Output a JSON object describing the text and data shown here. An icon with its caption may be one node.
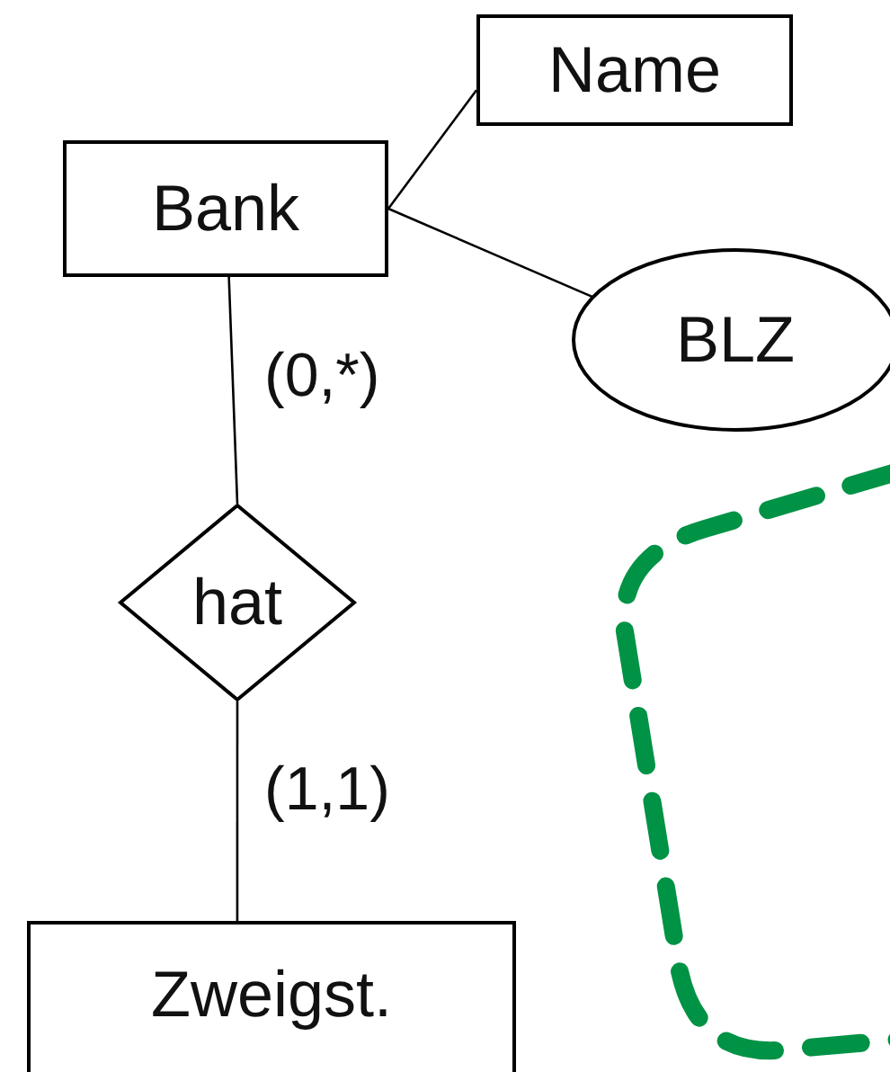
{
  "diagram": {
    "nodes": [
      {
        "text": [
          "Name"
        ]
      },
      {
        "text": [
          "Bank"
        ]
      },
      {
        "text": [
          "BLZ"
        ]
      },
      {
        "text": [
          "hat"
        ]
      },
      {
        "text": [
          "Zweigst."
        ]
      }
    ],
    "edges": [
      {
        "from": 1,
        "to": 0,
        "arrow": "none"
      },
      {
        "from": 1,
        "to": 2,
        "arrow": "none"
      },
      {
        "from": 1,
        "to": 3,
        "arrow": "none",
        "label": "(0,*)"
      },
      {
        "from": 3,
        "to": 4,
        "arrow": "none",
        "label": "(1,1)"
      }
    ]
  }
}
